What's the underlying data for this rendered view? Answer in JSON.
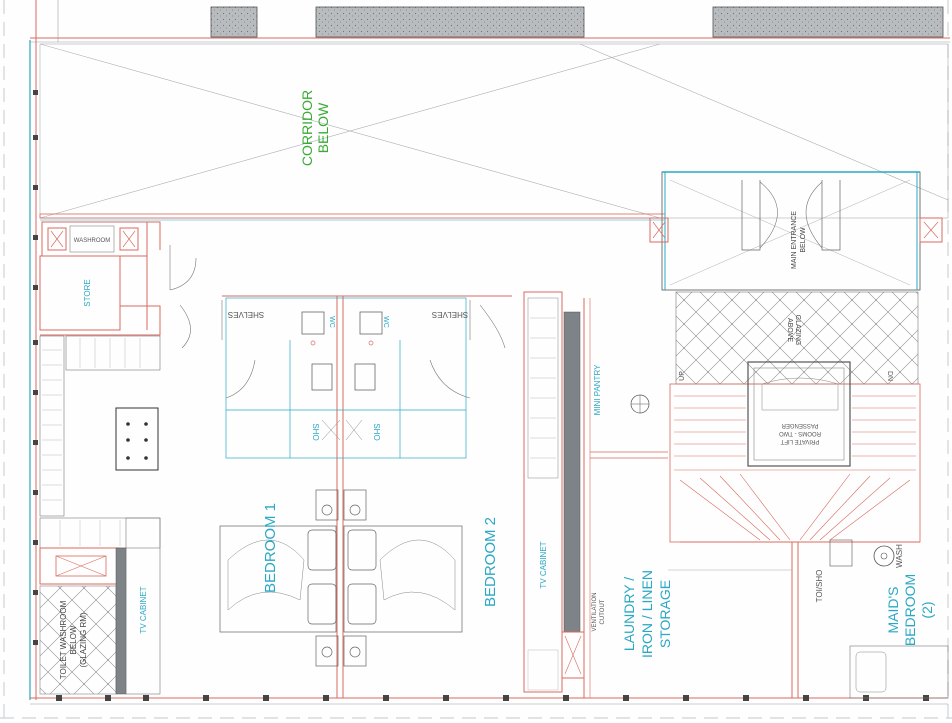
{
  "labels": {
    "corridor": [
      "CORRIDOR",
      "BELOW"
    ],
    "main_entrance": [
      "MAIN ENTRANCE",
      "BELOW"
    ],
    "store": "STORE",
    "washroom_top": "WASHROOM",
    "shelves": "SHELVES",
    "wc": "WC",
    "sho": "SHO",
    "bedroom1": "BEDROOM 1",
    "bedroom2": "BEDROOM 2",
    "tv_cabinet": "TV CABINET",
    "mini_pantry": "MINI PANTRY",
    "toilet_washroom": [
      "TOILET WASHROOM",
      "BELOW",
      "(GLAZING RM)"
    ],
    "ventilation_cutout": [
      "VENTILATION",
      "CUTOUT"
    ],
    "laundry": [
      "LAUNDRY /",
      "IRON / LINEN",
      "STORAGE"
    ],
    "maids_bedroom": [
      "MAID'S",
      "BEDROOM",
      "(2)"
    ],
    "toi_sho": "TOI/SHO",
    "wash": "WASH",
    "glazing_above": [
      "GLAZING",
      "ABOVE"
    ],
    "up": "UP",
    "dn": "DN",
    "lift": [
      "PRIVATE LIFT",
      "ROOMS - TWO",
      "PASSENGER"
    ]
  },
  "colors": {
    "wall_red": "#d96a5e",
    "label_cyan": "#2aa8c4",
    "label_green": "#3aaa35",
    "line_gray": "#9aa0a6",
    "hatch": "#8a8f93"
  }
}
